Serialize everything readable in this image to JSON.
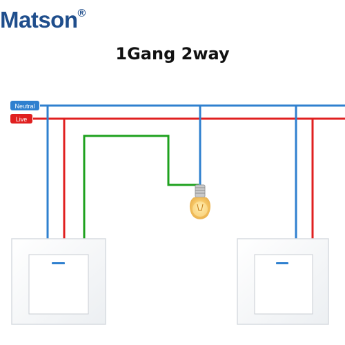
{
  "brand": {
    "name": "Matson",
    "mark": "®",
    "color": "#1f4e8c"
  },
  "title": "1Gang 2way",
  "labels": {
    "neutral": "Neutral",
    "live": "Live"
  },
  "colors": {
    "neutral": "#2f80cf",
    "live": "#e02020",
    "switch_wire": "#1ea11e"
  },
  "icons": [
    "light-bulb-icon",
    "switch-indicator-icon"
  ]
}
